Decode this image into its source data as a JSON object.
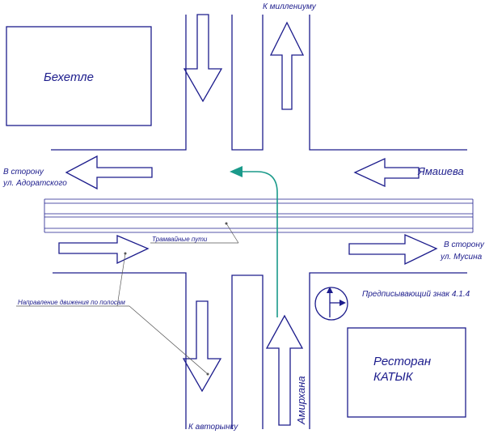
{
  "labels": {
    "bekhetle": "Бехетле",
    "millennium": "К миллениуму",
    "adoratsky_line1": "В сторону",
    "adoratsky_line2": "ул. Адоратского",
    "yamasheva": "Ямашева",
    "tram_tracks": "Трамвайные пути",
    "musina_line1": "В сторону",
    "musina_line2": "ул. Мусина",
    "sign_caption": "Предписывающий знак 4.1.4",
    "lanes": "Направление движения по полосам",
    "restaurant_line1": "Ресторан",
    "restaurant_line2": "КАТЫК",
    "amirkhana": "Амирхана",
    "avtorynok": "К авторынку"
  },
  "colors": {
    "lines": "#1c1c8c",
    "turn_path": "#1a9a8a"
  },
  "icons": {
    "road_sign": "sign-4-1-4-straight-or-right-icon"
  }
}
